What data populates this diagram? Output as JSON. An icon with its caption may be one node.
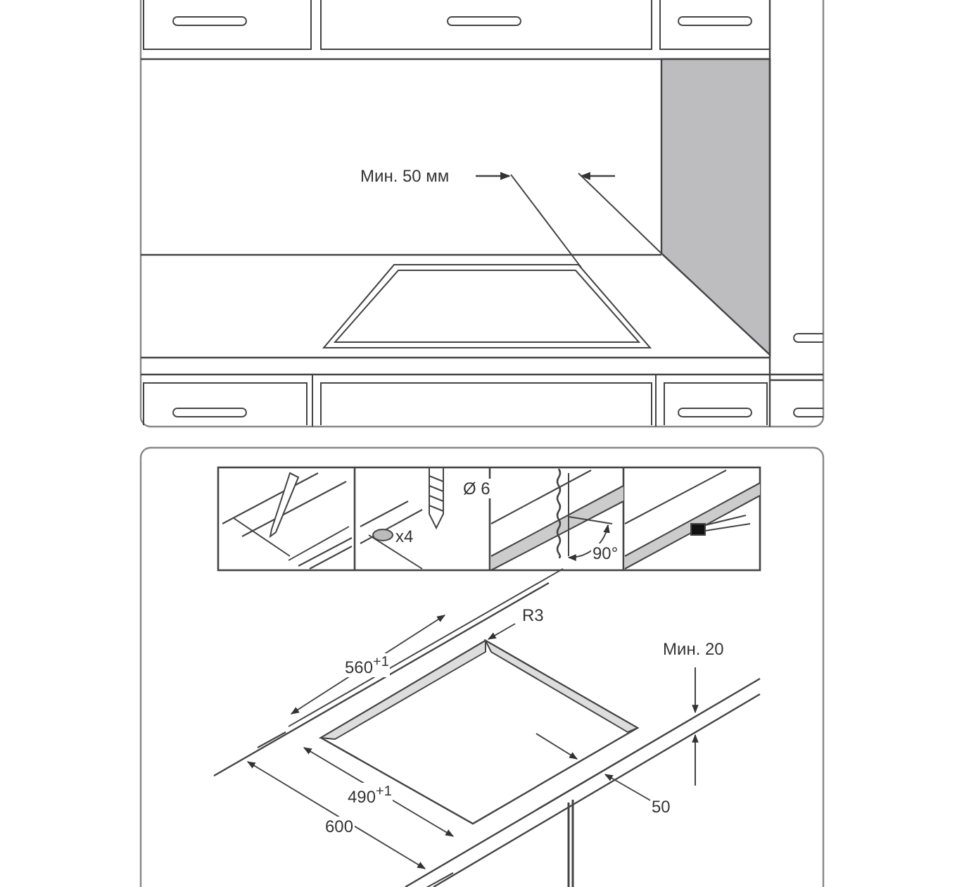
{
  "diagram": {
    "labels": [
      "Мин. 50 мм",
      "Ø 6",
      "x4",
      "90°",
      "R3",
      "560$^{+1}$",
      "Мин. 20",
      "490$^{+1}$",
      "600",
      "50"
    ]
  }
}
